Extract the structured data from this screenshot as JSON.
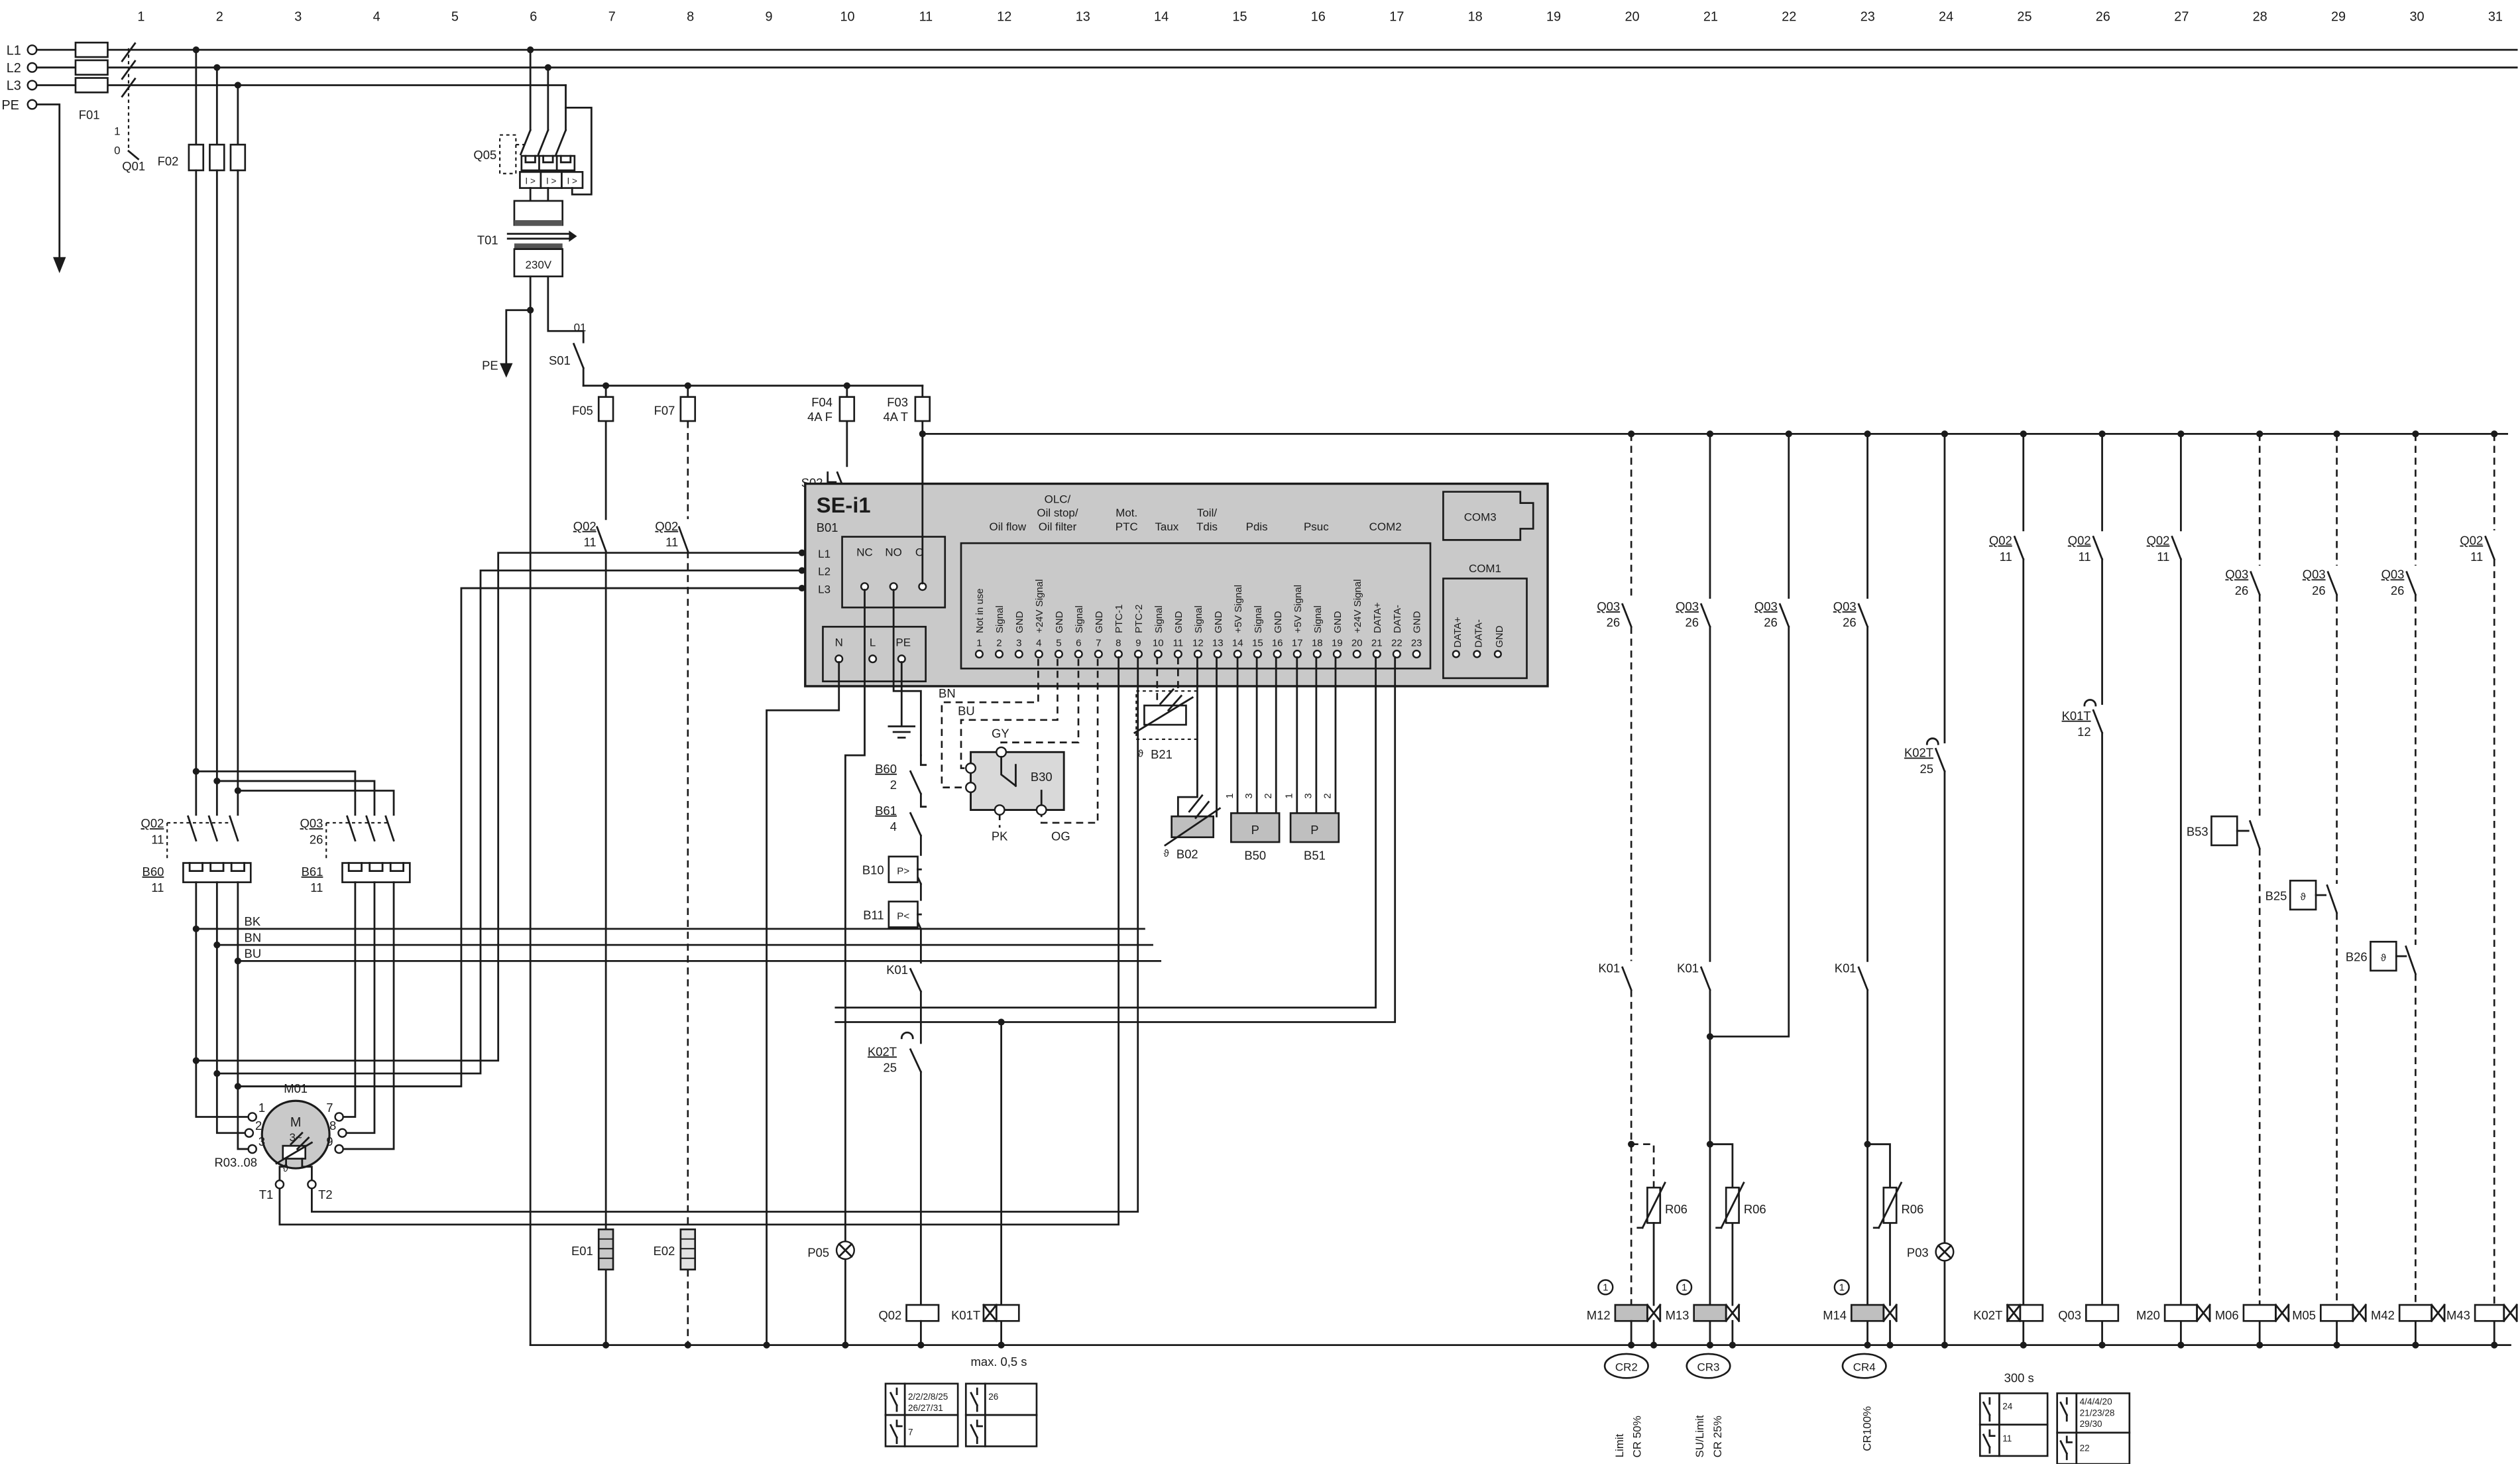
{
  "drawing": {
    "type": "electrical wiring schematic",
    "device": "SE-i1 compressor protection module"
  },
  "ruler": [
    "1",
    "2",
    "3",
    "4",
    "5",
    "6",
    "7",
    "8",
    "9",
    "10",
    "11",
    "12",
    "13",
    "14",
    "15",
    "16",
    "17",
    "18",
    "19",
    "20",
    "21",
    "22",
    "23",
    "24",
    "25",
    "26",
    "27",
    "28",
    "29",
    "30",
    "31"
  ],
  "supply": {
    "l1": "L1",
    "l2": "L2",
    "l3": "L3",
    "pe": "PE",
    "f01": "F01",
    "q01": "Q01",
    "pos1": "1",
    "pos0": "0",
    "f02": "F02",
    "q05": "Q05",
    "igt": "I >",
    "t01": "T01",
    "v230": "230V",
    "pe2": "PE",
    "s01": "S01",
    "s01pos": "01"
  },
  "fuses": {
    "f05": "F05",
    "f07": "F07",
    "f04": "F04",
    "f04rating": "4A F",
    "f03": "F03",
    "f03rating": "4A T",
    "s02": "S02"
  },
  "module": {
    "name": "SE-i1",
    "tag": "B01",
    "nc": "NC",
    "no": "NO",
    "c": "C",
    "n": "N",
    "l": "L",
    "pe": "PE",
    "l1": "L1",
    "l2": "L2",
    "l3": "L3",
    "com3": "COM3",
    "com1": "COM1",
    "datap": "DATA+",
    "datam": "DATA-",
    "gnd": "GND",
    "groups": {
      "oilflow": "Oil flow",
      "olc1": "OLC/",
      "olc2": "Oil stop/",
      "olc3": "Oil filter",
      "mot": "Mot.",
      "ptc": "PTC",
      "taux": "Taux",
      "toil": "Toil/",
      "tdis": "Tdis",
      "pdis": "Pdis",
      "psuc": "Psuc",
      "com2": "COM2"
    },
    "terminals": [
      {
        "n": "1",
        "label": "Not in use"
      },
      {
        "n": "2",
        "label": "Signal"
      },
      {
        "n": "3",
        "label": "GND"
      },
      {
        "n": "4",
        "label": "+24V Signal"
      },
      {
        "n": "5",
        "label": "GND"
      },
      {
        "n": "6",
        "label": "Signal"
      },
      {
        "n": "7",
        "label": "GND"
      },
      {
        "n": "8",
        "label": "PTC-1"
      },
      {
        "n": "9",
        "label": "PTC-2"
      },
      {
        "n": "10",
        "label": "Signal"
      },
      {
        "n": "11",
        "label": "GND"
      },
      {
        "n": "12",
        "label": "Signal"
      },
      {
        "n": "13",
        "label": "GND"
      },
      {
        "n": "14",
        "label": "+5V Signal"
      },
      {
        "n": "15",
        "label": "Signal"
      },
      {
        "n": "16",
        "label": "GND"
      },
      {
        "n": "17",
        "label": "+5V Signal"
      },
      {
        "n": "18",
        "label": "Signal"
      },
      {
        "n": "19",
        "label": "GND"
      },
      {
        "n": "20",
        "label": "+24V Signal"
      },
      {
        "n": "21",
        "label": "DATA+"
      },
      {
        "n": "22",
        "label": "DATA-"
      },
      {
        "n": "23",
        "label": "GND"
      }
    ]
  },
  "sensors": {
    "bn": "BN",
    "bu": "BU",
    "gy": "GY",
    "b30": "B30",
    "pk": "PK",
    "og": "OG",
    "b21": "B21",
    "b02": "B02",
    "b50": "B50",
    "b51": "B51",
    "p": "P",
    "theta": "ϑ",
    "w1": "1",
    "w3": "3",
    "w2": "2"
  },
  "chain": {
    "b60": "B60",
    "b60c": "2",
    "b61": "B61",
    "b61c": "4",
    "b10": "B10",
    "pgt": "P>",
    "b11": "B11",
    "plt": "P<",
    "k01": "K01",
    "k02t": "K02T",
    "k02tc": "25"
  },
  "motorcircuit": {
    "q02": "Q02",
    "c11": "11",
    "b60": "B60",
    "q03": "Q03",
    "c26": "26",
    "b61": "B61",
    "bk": "BK",
    "bn": "BN",
    "bu": "BU",
    "m01": "M01",
    "m": "M",
    "ph": "3~",
    "t1": "1",
    "t2": "2",
    "t3": "3",
    "t7": "7",
    "t8": "8",
    "t9": "9",
    "tt1": "T1",
    "tt2": "T2",
    "r0308": "R03..08",
    "e01": "E01",
    "e02": "E02",
    "p05": "P05"
  },
  "coils": {
    "q02": "Q02",
    "k01t": "K01T",
    "max05": "max. 0,5 s",
    "m12": "M12",
    "m13": "M13",
    "m14": "M14",
    "one": "1",
    "r06": "R06",
    "p03": "P03",
    "cr2": "CR2",
    "cr3": "CR3",
    "cr4": "CR4",
    "limit": "Limit",
    "cr50": "CR 50%",
    "sulimit": "SU/Limit",
    "cr25": "CR 25%",
    "cr100": "CR100%",
    "k02t": "K02T",
    "t300": "300 s",
    "q03": "Q03",
    "m20": "M20",
    "m06": "M06",
    "m05": "M05",
    "m42": "M42",
    "m43": "M43"
  },
  "rightrefs": {
    "q03": "Q03",
    "c26": "26",
    "q02": "Q02",
    "c11": "11",
    "k02t": "K02T",
    "c25": "25",
    "k01t": "K01T",
    "c12": "12",
    "k01": "K01",
    "b53": "B53",
    "b25": "B25",
    "b26": "B26",
    "theta": "ϑ"
  },
  "tables": {
    "t1no1": "2/2/2/8/25",
    "t1no2": "26/27/31",
    "t1nc": "7",
    "t2no": "26",
    "t2nc": "",
    "t3no": "24",
    "t3nc": "11",
    "t4no1": "4/4/4/20",
    "t4no2": "21/23/28",
    "t4no3": "29/30",
    "t4nc": "22"
  }
}
